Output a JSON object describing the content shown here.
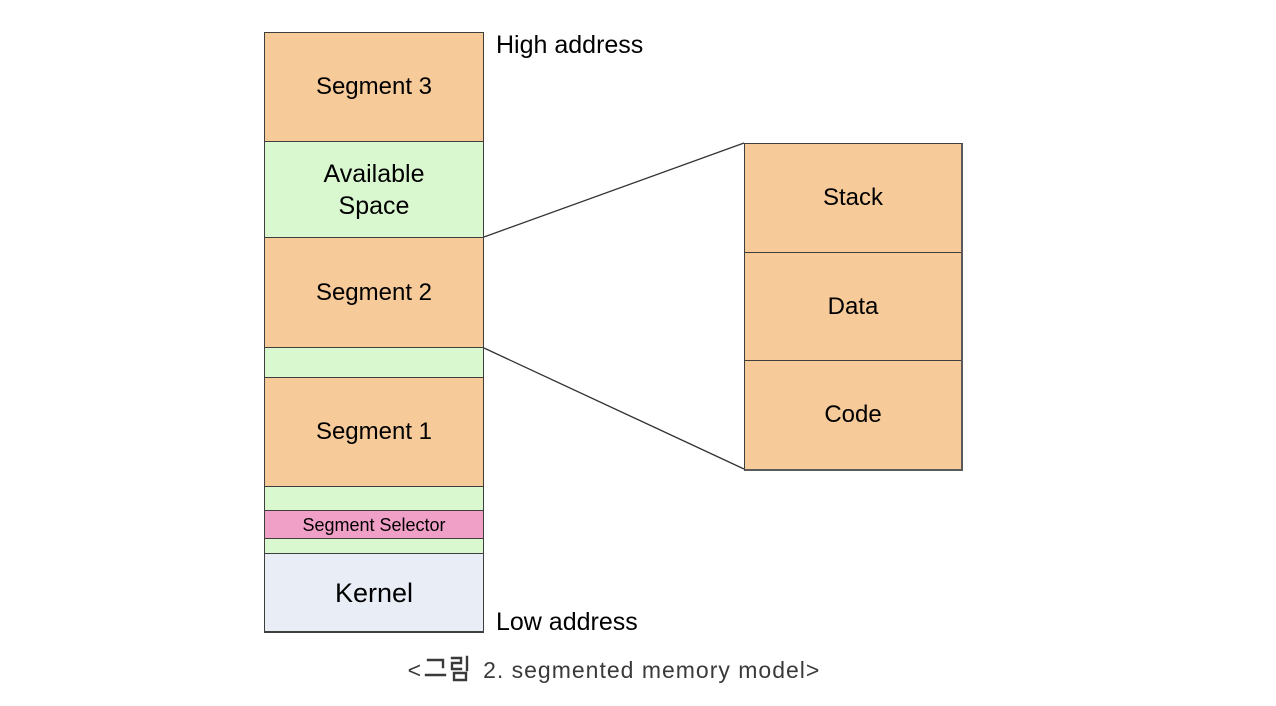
{
  "colors": {
    "segment": "#f6ca99",
    "available": "#d9f8d0",
    "selector": "#f0a0c6",
    "kernel": "#e9edf5",
    "border": "#3e3e3e",
    "line": "#333333",
    "caption": "#3a3a3a"
  },
  "labels": {
    "high_address": "High address",
    "low_address": "Low address"
  },
  "stack": {
    "segment3": {
      "label": "Segment 3"
    },
    "available": {
      "label": "Available\nSpace"
    },
    "segment2": {
      "label": "Segment 2"
    },
    "segment1": {
      "label": "Segment 1"
    },
    "selector": {
      "label": "Segment Selector"
    },
    "kernel": {
      "label": "Kernel"
    }
  },
  "expanded": {
    "stack": {
      "label": "Stack"
    },
    "data": {
      "label": "Data"
    },
    "code": {
      "label": "Code"
    }
  },
  "caption": {
    "open": "<",
    "korean": "그림",
    "rest": "2. segmented memory model>"
  }
}
